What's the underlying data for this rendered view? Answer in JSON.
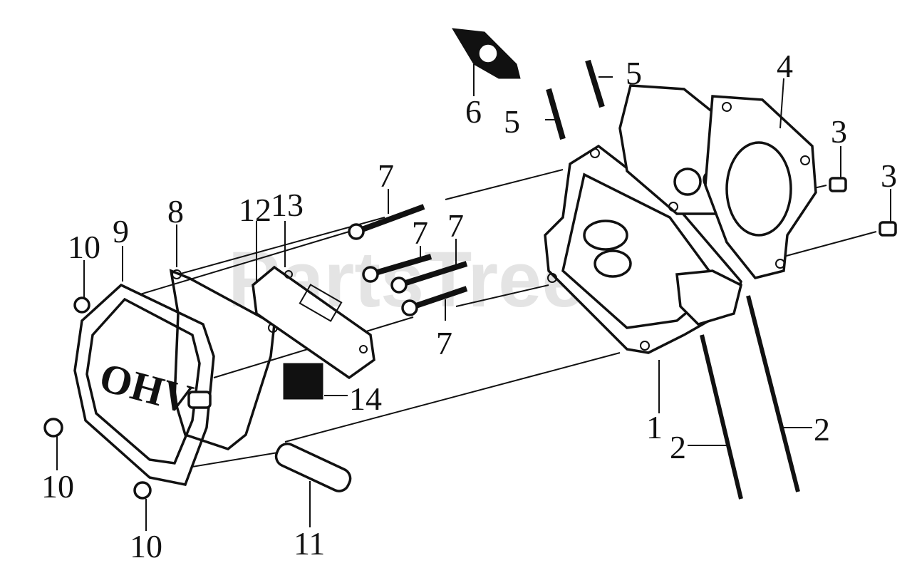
{
  "watermark": "PartsTree",
  "cover_logo": "OHV",
  "callouts": {
    "c1": "1",
    "c2a": "2",
    "c2b": "2",
    "c3a": "3",
    "c3b": "3",
    "c4": "4",
    "c5a": "5",
    "c5b": "5",
    "c6": "6",
    "c7a": "7",
    "c7b": "7",
    "c7c": "7",
    "c7d": "7",
    "c8": "8",
    "c9": "9",
    "c10a": "10",
    "c10b": "10",
    "c10c": "10",
    "c11": "11",
    "c12": "12",
    "c13": "13",
    "c14": "14"
  }
}
